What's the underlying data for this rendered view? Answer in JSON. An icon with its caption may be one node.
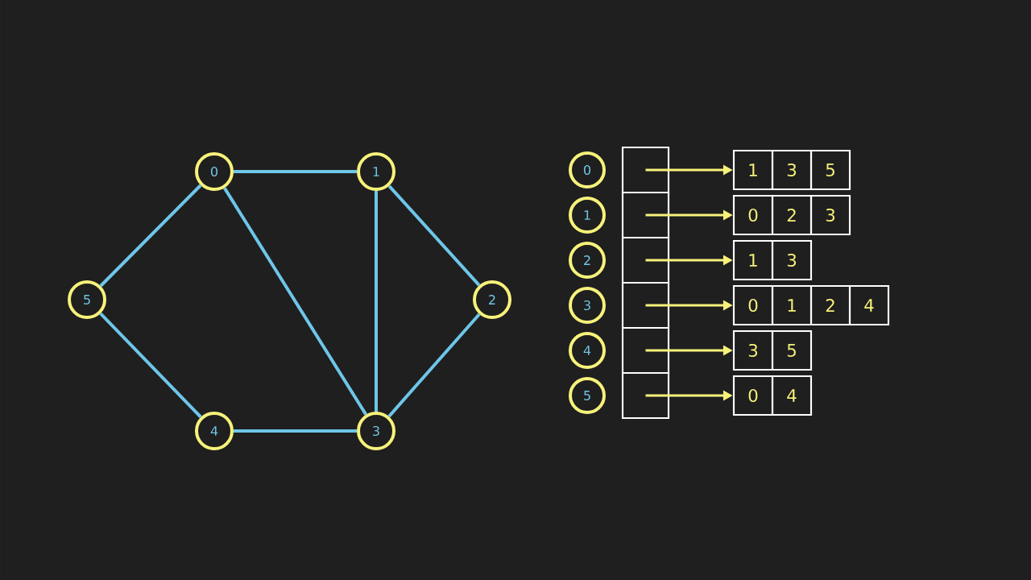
{
  "diagram": {
    "nodes": [
      {
        "text": [
          "0"
        ]
      },
      {
        "text": [
          "1"
        ]
      },
      {
        "text": [
          "2"
        ]
      },
      {
        "text": [
          "3"
        ]
      },
      {
        "text": [
          "4"
        ]
      },
      {
        "text": [
          "5"
        ]
      },
      {
        "text": [
          "0"
        ]
      },
      {
        "text": [
          "1"
        ]
      },
      {
        "text": [
          "2"
        ]
      },
      {
        "text": [
          "3"
        ]
      },
      {
        "text": [
          "4"
        ]
      },
      {
        "text": [
          "5"
        ]
      },
      {
        "text": [],
        "shape": "box"
      },
      {
        "text": [],
        "shape": "box"
      },
      {
        "text": [],
        "shape": "box"
      },
      {
        "text": [],
        "shape": "box"
      },
      {
        "text": [],
        "shape": "box"
      },
      {
        "text": [],
        "shape": "box"
      },
      {
        "text": [
          "1"
        ]
      },
      {
        "text": [
          "3"
        ]
      },
      {
        "text": [
          "5"
        ]
      },
      {
        "text": [
          "0"
        ]
      },
      {
        "text": [
          "2"
        ]
      },
      {
        "text": [
          "3"
        ]
      },
      {
        "text": [
          "1"
        ]
      },
      {
        "text": [
          "3"
        ]
      },
      {
        "text": [
          "0"
        ]
      },
      {
        "text": [
          "1"
        ]
      },
      {
        "text": [
          "2"
        ]
      },
      {
        "text": [
          "4"
        ]
      },
      {
        "text": [
          "3"
        ]
      },
      {
        "text": [
          "5"
        ]
      },
      {
        "text": [
          "0"
        ]
      },
      {
        "text": [
          "4"
        ]
      }
    ],
    "edges": [
      {
        "from": 0,
        "to": 1,
        "arrow": "none"
      },
      {
        "from": 0,
        "to": 5,
        "arrow": "none"
      },
      {
        "from": 0,
        "to": 3,
        "arrow": "none"
      },
      {
        "from": 1,
        "to": 3,
        "arrow": "none"
      },
      {
        "from": 1,
        "to": 2,
        "arrow": "none"
      },
      {
        "from": 2,
        "to": 3,
        "arrow": "none"
      },
      {
        "from": 3,
        "to": 4,
        "arrow": "none"
      },
      {
        "from": 4,
        "to": 5,
        "arrow": "none"
      },
      {
        "from": 12,
        "to": 18,
        "arrow": "to",
        "color": "#f7f27a"
      },
      {
        "from": 13,
        "to": 21,
        "arrow": "to",
        "color": "#f7f27a"
      },
      {
        "from": 14,
        "to": 24,
        "arrow": "to",
        "color": "#f7f27a"
      },
      {
        "from": 15,
        "to": 26,
        "arrow": "to",
        "color": "#f7f27a"
      },
      {
        "from": 16,
        "to": 30,
        "arrow": "to",
        "color": "#f7f27a"
      },
      {
        "from": 17,
        "to": 32,
        "arrow": "to",
        "color": "#f7f27a"
      }
    ]
  }
}
